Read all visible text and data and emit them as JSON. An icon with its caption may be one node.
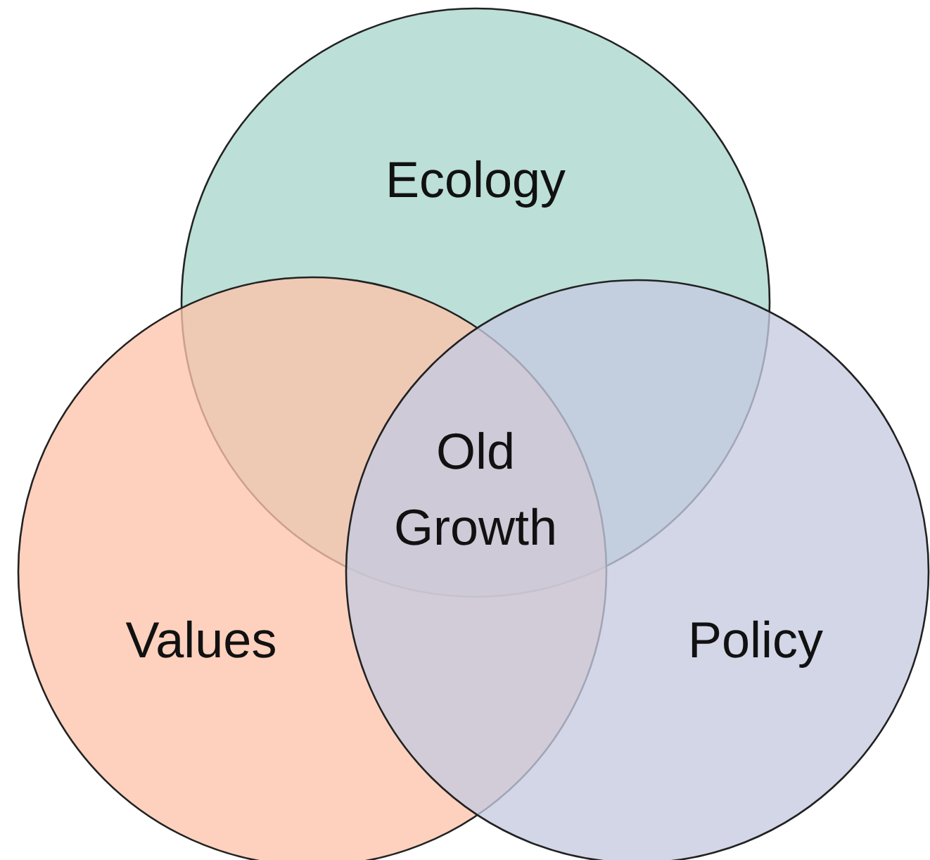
{
  "diagram": {
    "nodes": [
      {
        "text": [
          "Ecology"
        ]
      },
      {
        "text": [
          "Values"
        ]
      },
      {
        "text": [
          "Policy"
        ]
      }
    ],
    "labels": [
      "Old Growth"
    ]
  }
}
